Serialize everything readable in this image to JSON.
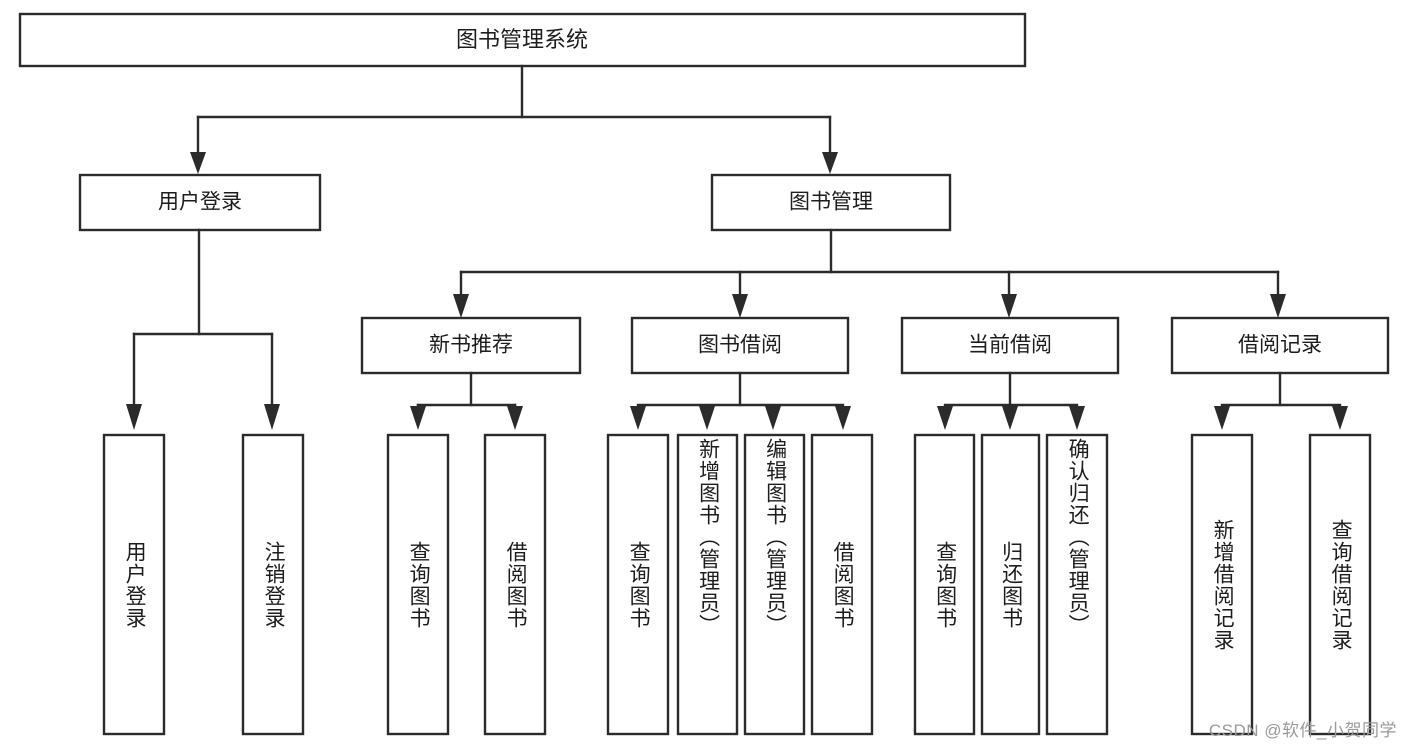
{
  "diagram": {
    "title": "图书管理系统",
    "type": "tree-hierarchy",
    "watermark": "CSDN @软件_小贺同学",
    "colors": {
      "stroke": "#2b2b2b",
      "box_fill": "#ffffff",
      "text": "#1d1d1d",
      "background": "#ffffff",
      "watermark": "#9a9a9a"
    },
    "root": {
      "label": "图书管理系统"
    },
    "level2": [
      {
        "label": "用户登录"
      },
      {
        "label": "图书管理"
      }
    ],
    "level3": [
      {
        "label": "新书推荐"
      },
      {
        "label": "图书借阅"
      },
      {
        "label": "当前借阅"
      },
      {
        "label": "借阅记录"
      }
    ],
    "leaves": {
      "user_login": [
        {
          "label": "用户登录"
        },
        {
          "label": "注销登录"
        }
      ],
      "new_book_recommend": [
        {
          "label": "查询图书"
        },
        {
          "label": "借阅图书"
        }
      ],
      "book_borrow": [
        {
          "label": "查询图书"
        },
        {
          "label": "新增图书（管理员）"
        },
        {
          "label": "编辑图书（管理员）"
        },
        {
          "label": "借阅图书"
        }
      ],
      "current_borrow": [
        {
          "label": "查询图书"
        },
        {
          "label": "归还图书"
        },
        {
          "label": "确认归还（管理员）"
        }
      ],
      "borrow_record": [
        {
          "label": "新增借阅记录"
        },
        {
          "label": "查询借阅记录"
        }
      ]
    }
  }
}
